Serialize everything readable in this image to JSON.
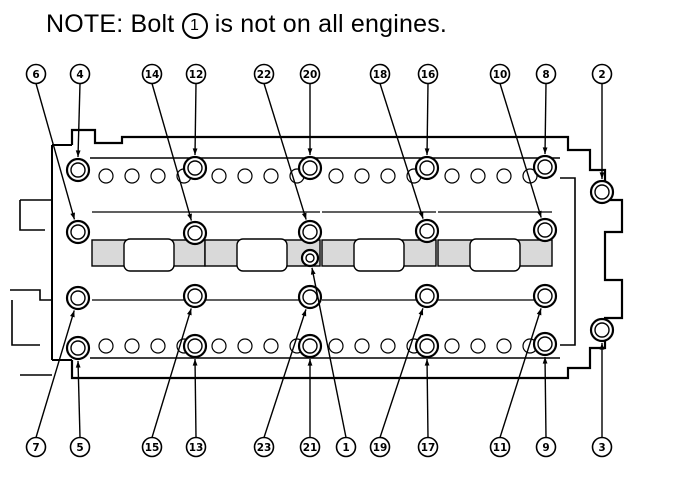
{
  "note": {
    "prefix": "NOTE: Bolt ",
    "circled": "1",
    "suffix": " is not on all engines."
  },
  "colors": {
    "ink": "#000000",
    "paper": "#ffffff",
    "shade": "#d9d9d9"
  },
  "callouts_top": [
    "6",
    "4",
    "14",
    "12",
    "22",
    "20",
    "18",
    "16",
    "10",
    "8",
    "2"
  ],
  "callouts_bottom": [
    "7",
    "5",
    "15",
    "13",
    "23",
    "21",
    "1",
    "19",
    "17",
    "11",
    "9",
    "3"
  ]
}
